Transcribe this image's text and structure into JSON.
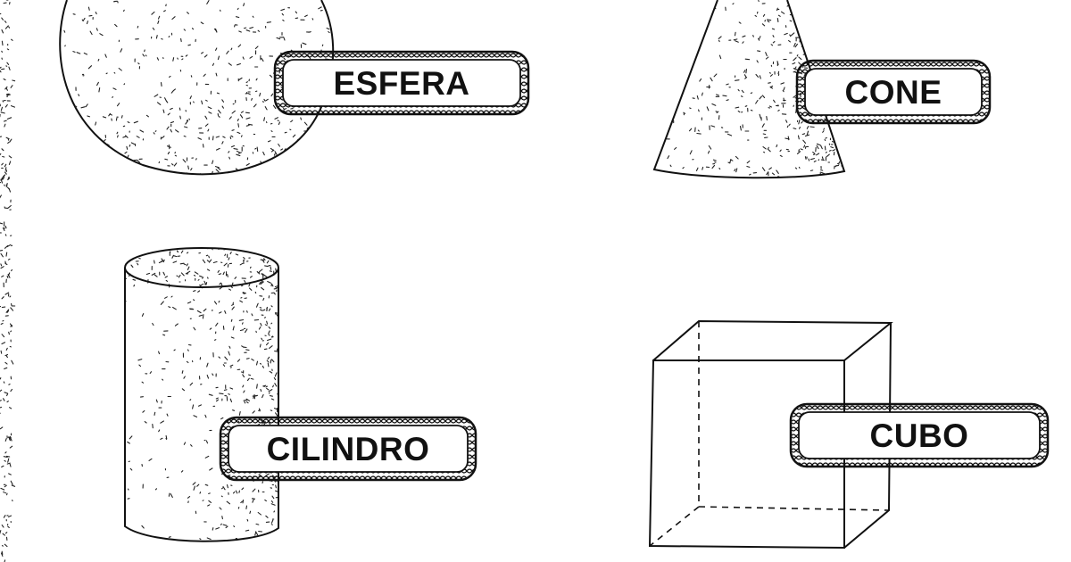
{
  "shapes": {
    "sphere": {
      "label": "ESFERA"
    },
    "cone": {
      "label": "CONE"
    },
    "cylinder": {
      "label": "CILINDRO"
    },
    "cube": {
      "label": "CUBO"
    }
  },
  "colors": {
    "ink": "#111111",
    "paper": "#ffffff",
    "speckle": "#222222"
  }
}
